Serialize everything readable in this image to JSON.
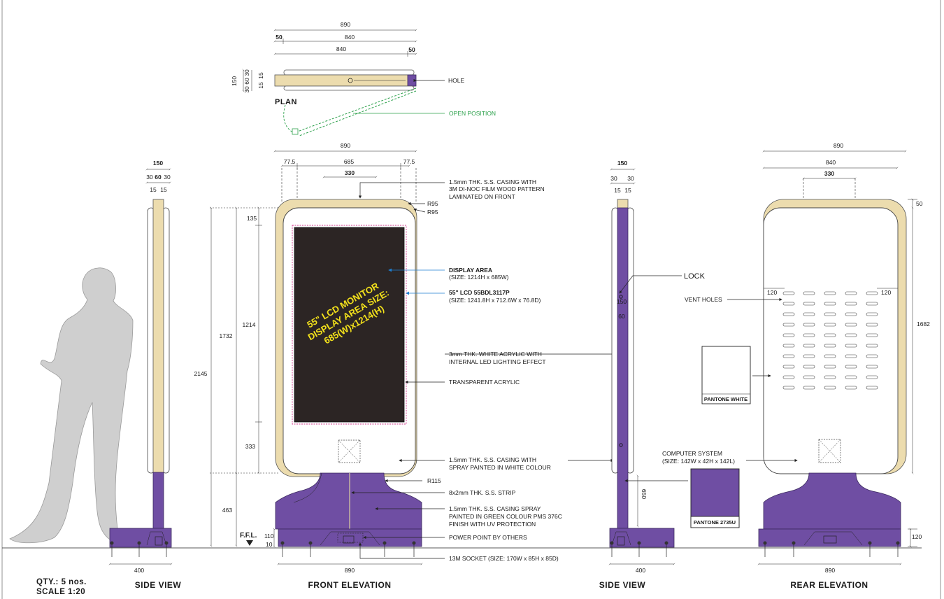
{
  "plan": {
    "dims": {
      "overall": "890",
      "left_edge": "50",
      "mid_top": "840",
      "mid_bottom": "840",
      "right_edge": "50",
      "depth": "150",
      "depth_a": "30",
      "depth_b": "60",
      "depth_c": "30",
      "depth_d": "15",
      "depth_e": "15"
    },
    "title": "PLAN",
    "hole_label": "HOLE",
    "open_label": "OPEN POSITION"
  },
  "side_left": {
    "dims": {
      "depth": "150",
      "a": "30",
      "b": "60",
      "c": "30",
      "d": "15",
      "e": "15",
      "base": "400"
    },
    "title": "SIDE VIEW"
  },
  "front": {
    "dims": {
      "overall_top": "890",
      "left_off": "77.5",
      "inner": "685",
      "right_off": "77.5",
      "strip": "330",
      "h_top": "135",
      "h_display": "1214",
      "h_bottom": "333",
      "h_panel": "1732",
      "h_total": "2145",
      "h_base": "463",
      "base_h1": "110",
      "base_h2": "10",
      "base_w": "890"
    },
    "r1": "R95",
    "r2": "R95",
    "r3": "R115",
    "ffl": "F.F.L.",
    "screen_text": [
      "55\" LCD MONITOR",
      "DISPLAY AREA SIZE:",
      "685(W)x1214(H)"
    ],
    "title": "FRONT ELEVATION"
  },
  "notes": {
    "casing_wood": [
      "1.5mm THK. S.S. CASING WITH",
      "3M DI-NOC FILM WOOD PATTERN",
      "LAMINATED ON FRONT"
    ],
    "display_area_title": "DISPLAY AREA",
    "display_area_size": "(SIZE: 1214H x 685W)",
    "lcd_title": "55\" LCD 55BDL3117P",
    "lcd_size": "(SIZE: 1241.8H x 712.6W x 76.8D)",
    "acrylic": [
      "3mm THK. WHITE ACRYLIC WITH",
      "INTERNAL LED LIGHTING EFFECT"
    ],
    "transparent": "TRANSPARENT ACRYLIC",
    "casing_white": [
      "1.5mm THK. S.S. CASING WITH",
      "SPRAY PAINTED IN WHITE COLOUR"
    ],
    "strip": "8x2mm THK. S.S. STRIP",
    "casing_green": [
      "1.5mm THK. S.S. CASING SPRAY",
      "PAINTED IN GREEN COLOUR PMS 376C",
      "FINISH WITH UV PROTECTION"
    ],
    "power": "POWER POINT BY OTHERS",
    "socket": "13M SOCKET (SIZE: 170W x 85H x 85D)"
  },
  "side_right": {
    "dims": {
      "depth": "150",
      "a": "30",
      "b": "30",
      "c": "15",
      "d": "15",
      "v1": "150",
      "v2": "60",
      "v3": "650",
      "base": "400"
    },
    "lock": "LOCK",
    "title": "SIDE VIEW"
  },
  "rear": {
    "dims": {
      "overall": "890",
      "inner": "840",
      "strip": "330",
      "top": "50",
      "vent_l": "120",
      "vent_r": "120",
      "height": "1682",
      "base": "120",
      "base_w": "890"
    },
    "vent_label": "VENT HOLES",
    "computer_title": "COMPUTER SYSTEM",
    "computer_size": "(SIZE: 142W x 42H x 142L)",
    "swatch_white": "PANTONE WHITE",
    "swatch_purple": "PANTONE 2735U",
    "title": "REAR ELEVATION"
  },
  "footer": {
    "qty": "QTY.: 5 nos.",
    "scale": "SCALE 1:20"
  },
  "colors": {
    "wood": "#ecdcae",
    "purple": "#6f4ea3",
    "screen": "#2c2524",
    "open_line": "#2ba04a",
    "leader_blue": "#1f7fd1",
    "screen_text": "#f3e11b",
    "display_dash": "#d33a8e"
  }
}
